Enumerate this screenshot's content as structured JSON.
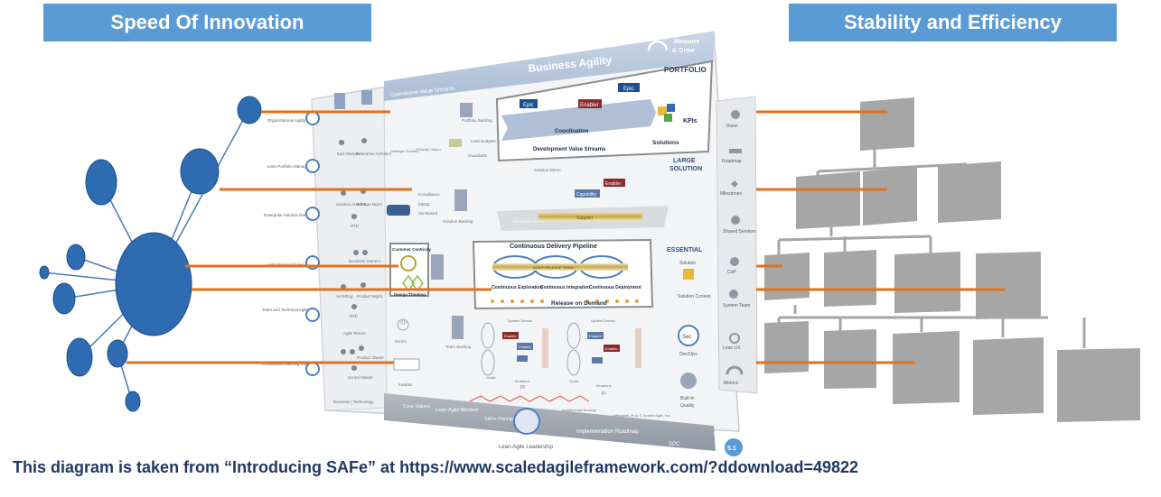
{
  "banners": {
    "left": "Speed Of Innovation",
    "right": "Stability and Efficiency"
  },
  "caption": "This diagram is taken from “Introducing SAFe”  at https://www.scaledagileframework.com/?ddownload=49822",
  "safe": {
    "header": "Business Agility",
    "measure_grow": [
      "Measure",
      "& Grow"
    ],
    "operational_value_streams": "Operational Value Streams",
    "portfolio": "PORTFOLIO",
    "epic": "Epic",
    "enabler": "Enabler",
    "coordination": "Coordination",
    "development_value_streams": "Development Value Streams",
    "kpis": "KPIs",
    "solutions": "Solutions",
    "large_solution": [
      "LARGE",
      "SOLUTION"
    ],
    "capability": "Capability",
    "supplier": "Supplier",
    "solution_train": "SOLUTION TRAIN",
    "solution_demo": "Solution Demo",
    "solution_backlog": "Solution Backlog",
    "compliance_items": [
      "Compliance",
      "MBSE",
      "Set-Based"
    ],
    "portfolio_items": [
      "Portfolio Backlog",
      "Lean Budgets",
      "Guardrails",
      "Strategic Themes",
      "Portfolio Vision"
    ],
    "essential": "ESSENTIAL",
    "continuous_delivery_pipeline": "Continuous Delivery Pipeline",
    "agile_release_train": "AGILE RELEASE TRAIN",
    "pipeline_stages": [
      "Continuous Exploration",
      "Continuous Integration",
      "Continuous Deployment"
    ],
    "release_on_demand": "Release on Demand",
    "customer_centricity": "Customer Centricity",
    "design_thinking": "Design Thinking",
    "competencies": [
      "Organizational Agility",
      "Lean Portfolio Management",
      "Enterprise Solution Delivery",
      "Agile Product Delivery",
      "Team and Technical Agility",
      "Continuous Learning Culture"
    ],
    "roles": [
      "Epic Owners",
      "Enterprise Architect",
      "Solution Arch/Eng",
      "Solution Mgmt",
      "RTE",
      "Business Owners",
      "Arch/Eng",
      "Product Mgmt",
      "RTE",
      "Agile Teams",
      "Product Owner",
      "Scrum Master"
    ],
    "team_items": [
      "XP",
      "Scrum",
      "Kanban",
      "Team Backlog",
      "Business | Technology"
    ],
    "team_labels": [
      "Stories",
      "Feature",
      "Enabler",
      "Iterations",
      "Goals",
      "PI",
      "System Demos",
      "IP Iteration",
      "Architectural Runway"
    ],
    "right_column": [
      "Vision",
      "Roadmap",
      "Milestones",
      "Shared Services",
      "CoP",
      "System Team",
      "Lean UX",
      "Metrics"
    ],
    "solution_context": [
      "Solution",
      "Solution Context"
    ],
    "devops": "DevOps",
    "built_in_quality": [
      "Built-In",
      "Quality"
    ],
    "sec": "Sec",
    "footer": [
      "Core Values",
      "Lean-Agile Mindset",
      "SAFe Principles",
      "Implementation Roadmap",
      "SPC"
    ],
    "lean_agile_leadership": "Lean-Agile Leadership",
    "version": "5.1",
    "copyright": "Leffingwell, et al. © Scaled Agile, Inc."
  },
  "colors": {
    "banner": "#5b9bd5",
    "network_node": "#2e6bb0",
    "connector": "#e2711d",
    "hierarchy_box": "#a6a6a6",
    "caption_text": "#203864",
    "epic": "#1f4e8c",
    "enabler": "#8b2b2b"
  }
}
